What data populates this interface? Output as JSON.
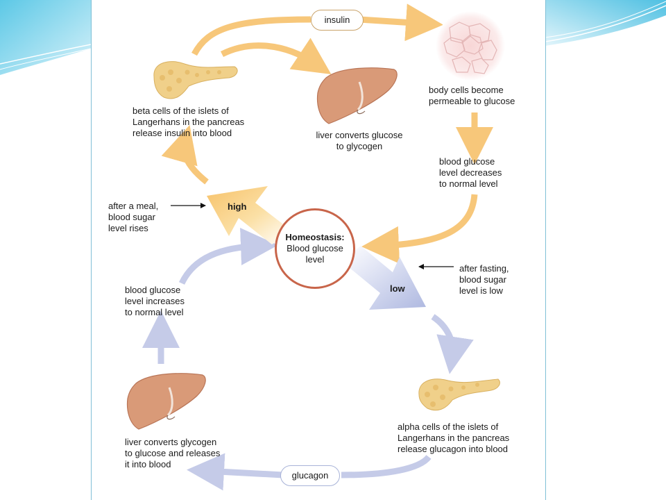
{
  "hormones": {
    "insulin": "insulin",
    "glucagon": "glucagon"
  },
  "center": {
    "title": "Homeostasis:",
    "subtitle": "Blood glucose\nlevel"
  },
  "states": {
    "high": "high",
    "low": "low"
  },
  "labels": {
    "beta_cells": "beta cells of the islets of\nLangerhans in the pancreas\nrelease insulin into blood",
    "liver_glycogen": "liver converts glucose\nto glycogen",
    "body_cells": "body cells become\npermeable to glucose",
    "glucose_decreases": "blood glucose\nlevel decreases\nto normal level",
    "after_meal": "after a meal,\nblood sugar\nlevel rises",
    "after_fasting": "after fasting,\nblood sugar\nlevel is low",
    "glucose_increases": "blood glucose\nlevel increases\nto normal level",
    "alpha_cells": "alpha cells of the islets of\nLangerhans in the pancreas\nrelease glucagon into blood",
    "liver_glucose": "liver converts glycogen\nto glucose and releases\nit into blood"
  },
  "colors": {
    "insulin_path": "#f7c77a",
    "glucagon_path": "#c5cbe8",
    "hub_border": "#c8654a",
    "liver": "#d99a78",
    "pancreas": "#f0d08a",
    "cells": "#f6dede",
    "background_accent": "#7fd3ea"
  }
}
